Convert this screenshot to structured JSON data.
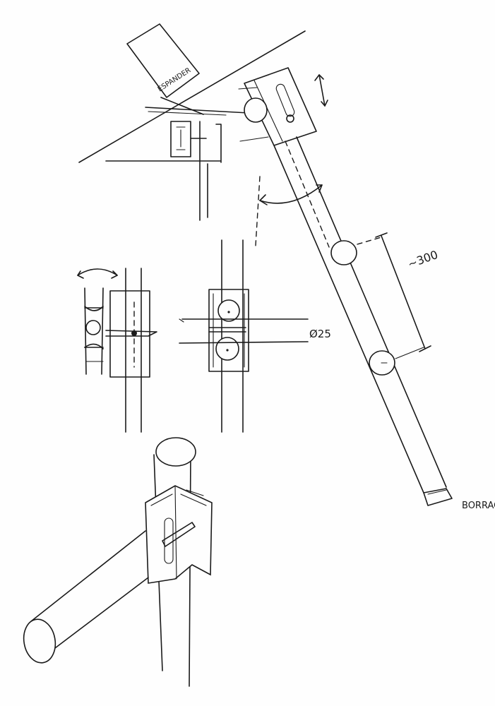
{
  "labels": {
    "espander": "ESPANDER",
    "length": "~300",
    "diameter": "Ø25",
    "borrac": "BORRAC"
  }
}
